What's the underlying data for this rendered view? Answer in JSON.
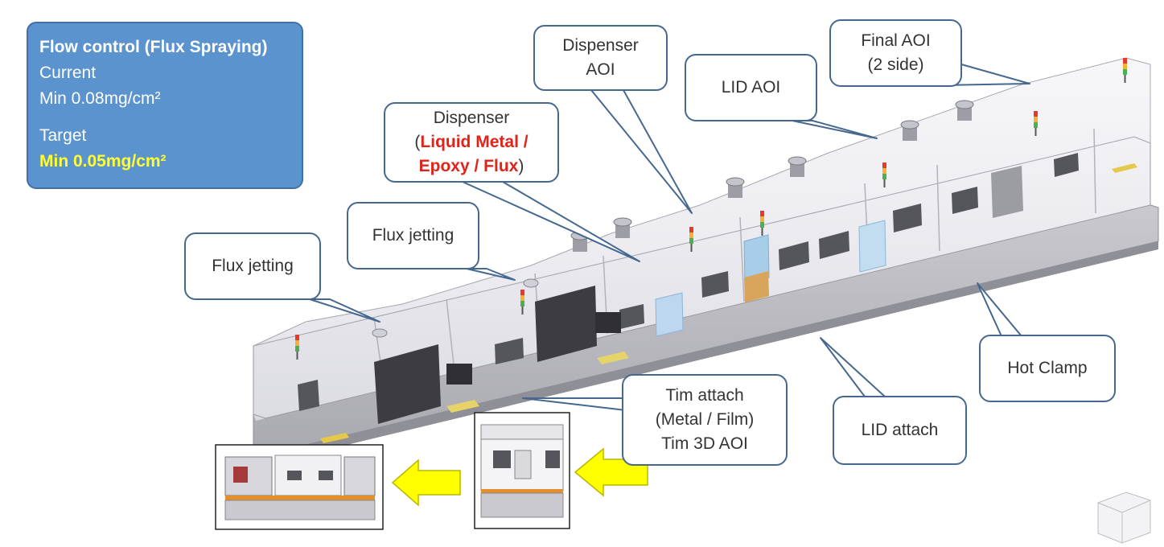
{
  "info_box": {
    "title": "Flow control (Flux Spraying)",
    "current_label": "Current",
    "current_value": "Min 0.08mg/cm²",
    "target_label": "Target",
    "target_value": "Min 0.05mg/cm²"
  },
  "callouts": {
    "flux_jetting_1": "Flux jetting",
    "flux_jetting_2": "Flux jetting",
    "dispenser": {
      "line1": "Dispenser",
      "open_paren": "(",
      "materials_1": "Liquid Metal /",
      "materials_2": "Epoxy / Flux",
      "close_paren": ")"
    },
    "dispenser_aoi": {
      "line1": "Dispenser",
      "line2": "AOI"
    },
    "lid_aoi": "LID AOI",
    "final_aoi": {
      "line1": "Final AOI",
      "line2": "(2 side)"
    },
    "hot_clamp": "Hot Clamp",
    "lid_attach": "LID attach",
    "tim_attach": {
      "line1": "Tim attach",
      "line2": "(Metal / Film)",
      "line3": "Tim 3D AOI"
    }
  },
  "colors": {
    "info_box_fill": "#5b93cf",
    "highlight": "#ffff33",
    "materials_text": "#e2231a",
    "callout_border": "#46688f",
    "arrow_fill": "#ffff00"
  }
}
